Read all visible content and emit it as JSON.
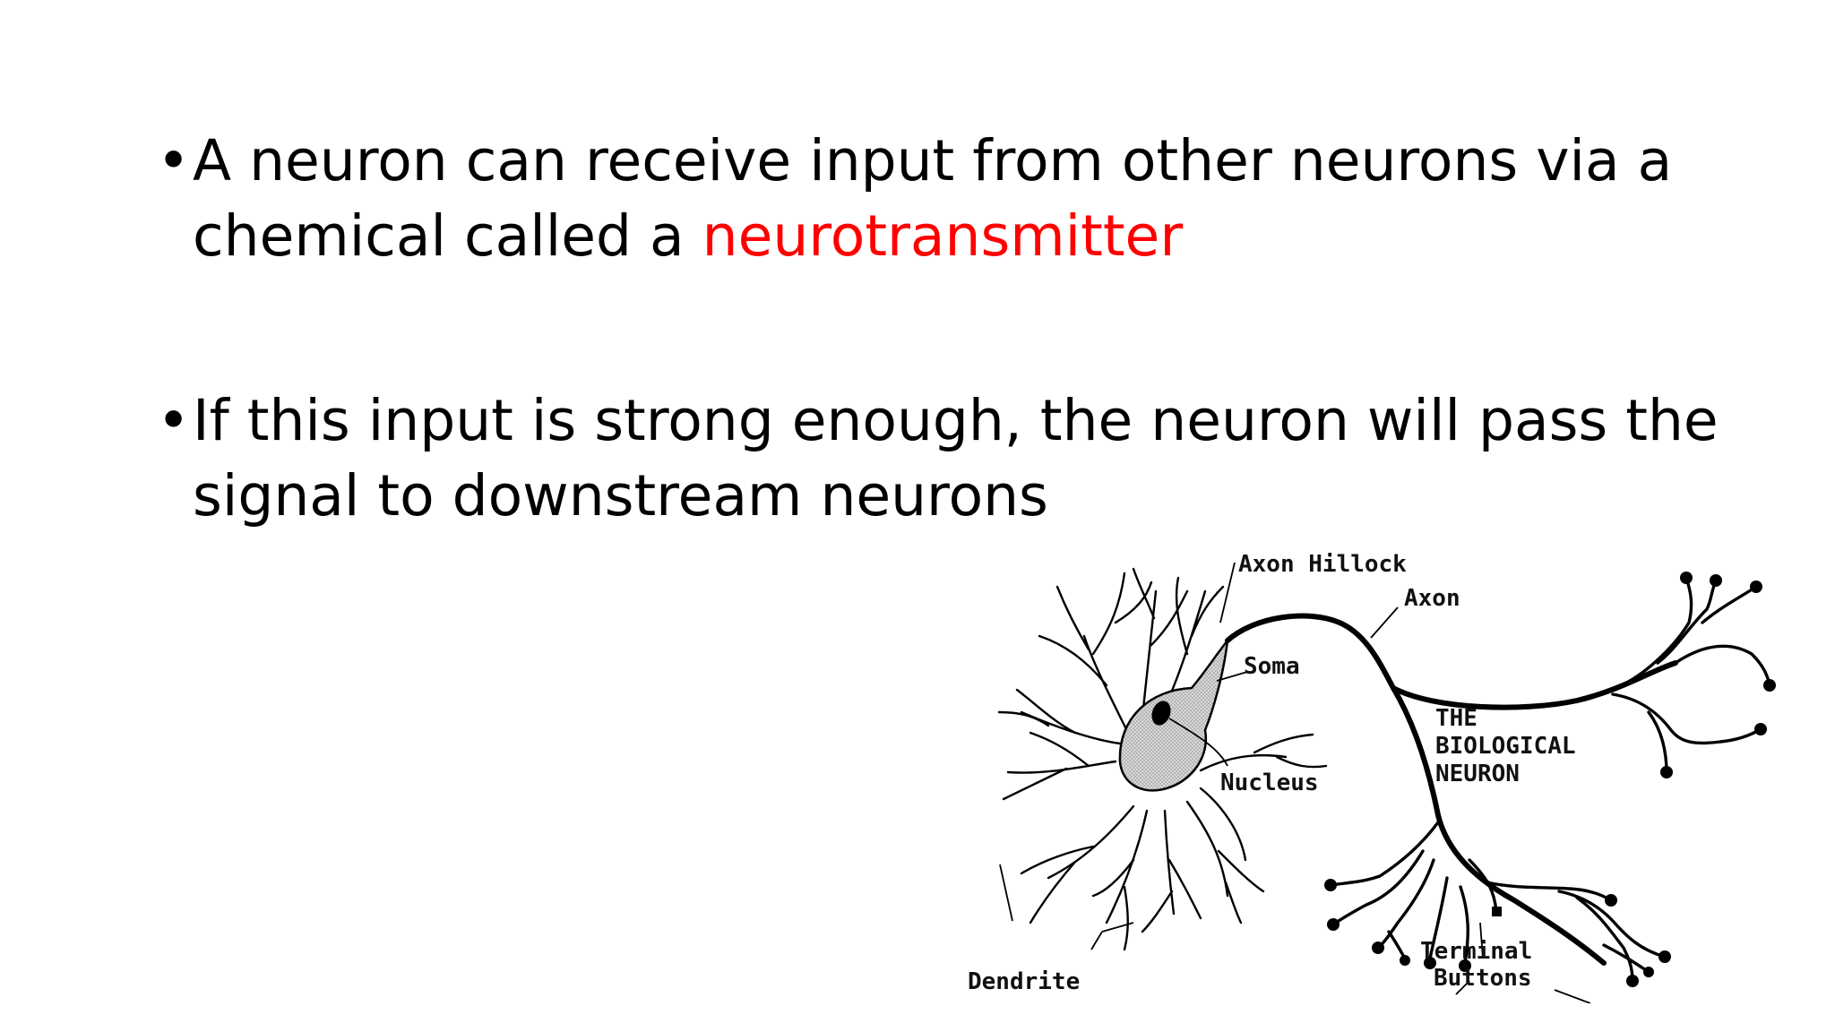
{
  "bullets": [
    {
      "marker": "•",
      "text": "A neuron can receive input from other neurons via a chemical called a ",
      "highlight": "neurotransmitter",
      "highlight_color": "#ff0000"
    },
    {
      "marker": "•",
      "text": "If this input is strong enough, the neuron will pass the signal to downstream neurons"
    }
  ],
  "diagram": {
    "labels": {
      "axon_hillock": "Axon Hillock",
      "axon": "Axon",
      "soma": "Soma",
      "nucleus": "Nucleus",
      "title_line1": "THE",
      "title_line2": "BIOLOGICAL",
      "title_line3": "NEURON",
      "terminal_line1": "Terminal",
      "terminal_line2": "Buttons",
      "dendrite": "Dendrite"
    }
  }
}
